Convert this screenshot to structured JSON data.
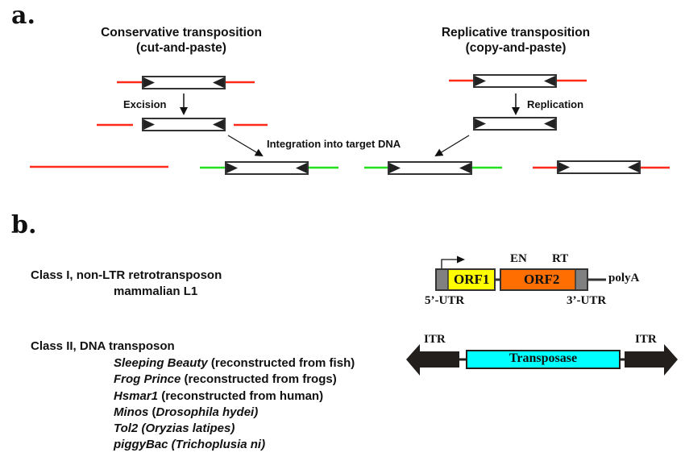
{
  "panel_a": {
    "label": "a.",
    "conservative": {
      "title_line1": "Conservative transposition",
      "title_line2": "(cut-and-paste)",
      "step_label": "Excision"
    },
    "replicative": {
      "title_line1": "Replicative transposition",
      "title_line2": "(copy-and-paste)",
      "step_label": "Replication"
    },
    "integration_label": "Integration into target DNA",
    "colors": {
      "donor_dna": "#ff2a1a",
      "target_dna": "#22e01e",
      "element_border": "#333333",
      "terminal_repeat": "#222222"
    }
  },
  "panel_b": {
    "label": "b.",
    "class1": {
      "line1": "Class I,  non-LTR retrotransposon",
      "line2": "mammalian L1",
      "diagram": {
        "orf1": "ORF1",
        "orf2": "ORF2",
        "en": "EN",
        "rt": "RT",
        "polya": "polyA",
        "utr5": "5’-UTR",
        "utr3": "3’-UTR",
        "colors": {
          "orf1": "#ffff00",
          "orf2": "#ff6e00",
          "utr": "#808080"
        }
      }
    },
    "class2": {
      "line1": "Class II, DNA transposon",
      "examples": [
        {
          "name": "Sleeping Beauty",
          "rest": " (reconstructed from fish)",
          "rest_italic": ""
        },
        {
          "name": "Frog Prince",
          "rest": " (reconstructed from frogs)",
          "rest_italic": ""
        },
        {
          "name": "Hsmar1",
          "rest": " (reconstructed from human)",
          "rest_italic": ""
        },
        {
          "name": "Minos",
          "rest": " (",
          "rest_italic": "Drosophila hydei)"
        },
        {
          "name": "Tol2 (Oryzias latipes)",
          "rest": "",
          "rest_italic": ""
        },
        {
          "name": "piggyBac (Trichoplusia ni)",
          "rest": "",
          "rest_italic": ""
        }
      ],
      "diagram": {
        "itr_left": "ITR",
        "itr_right": "ITR",
        "transposase": "Transposase",
        "colors": {
          "transposase": "#00ffff",
          "itr": "#231f1c"
        }
      }
    }
  }
}
